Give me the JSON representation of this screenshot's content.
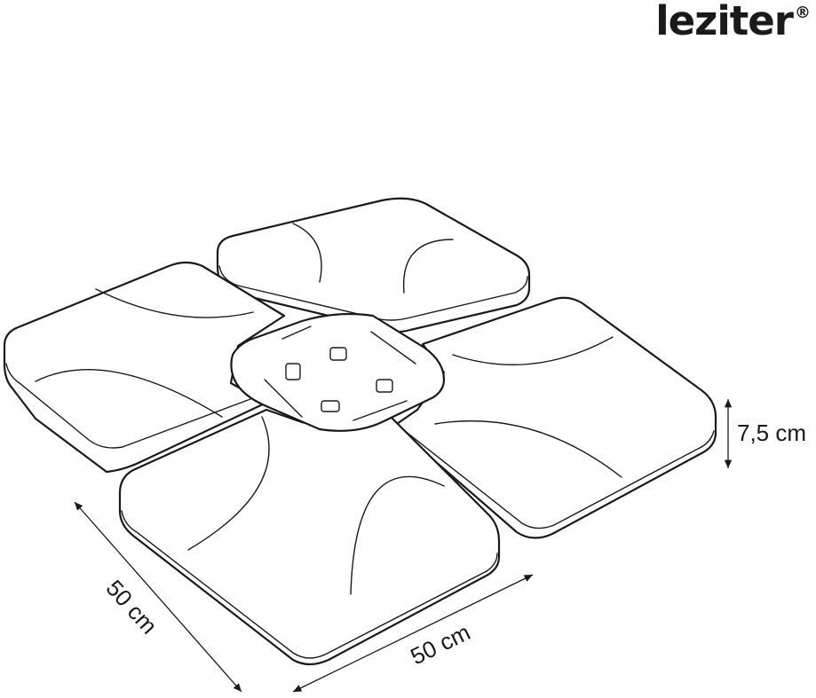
{
  "brand": {
    "name": "leziter",
    "registered_mark": "®"
  },
  "dimensions": {
    "height_label": "7,5 cm",
    "depth_label": "50 cm",
    "width_label": "50 cm"
  },
  "colors": {
    "line": "#1a1a1a",
    "background": "#ffffff"
  }
}
